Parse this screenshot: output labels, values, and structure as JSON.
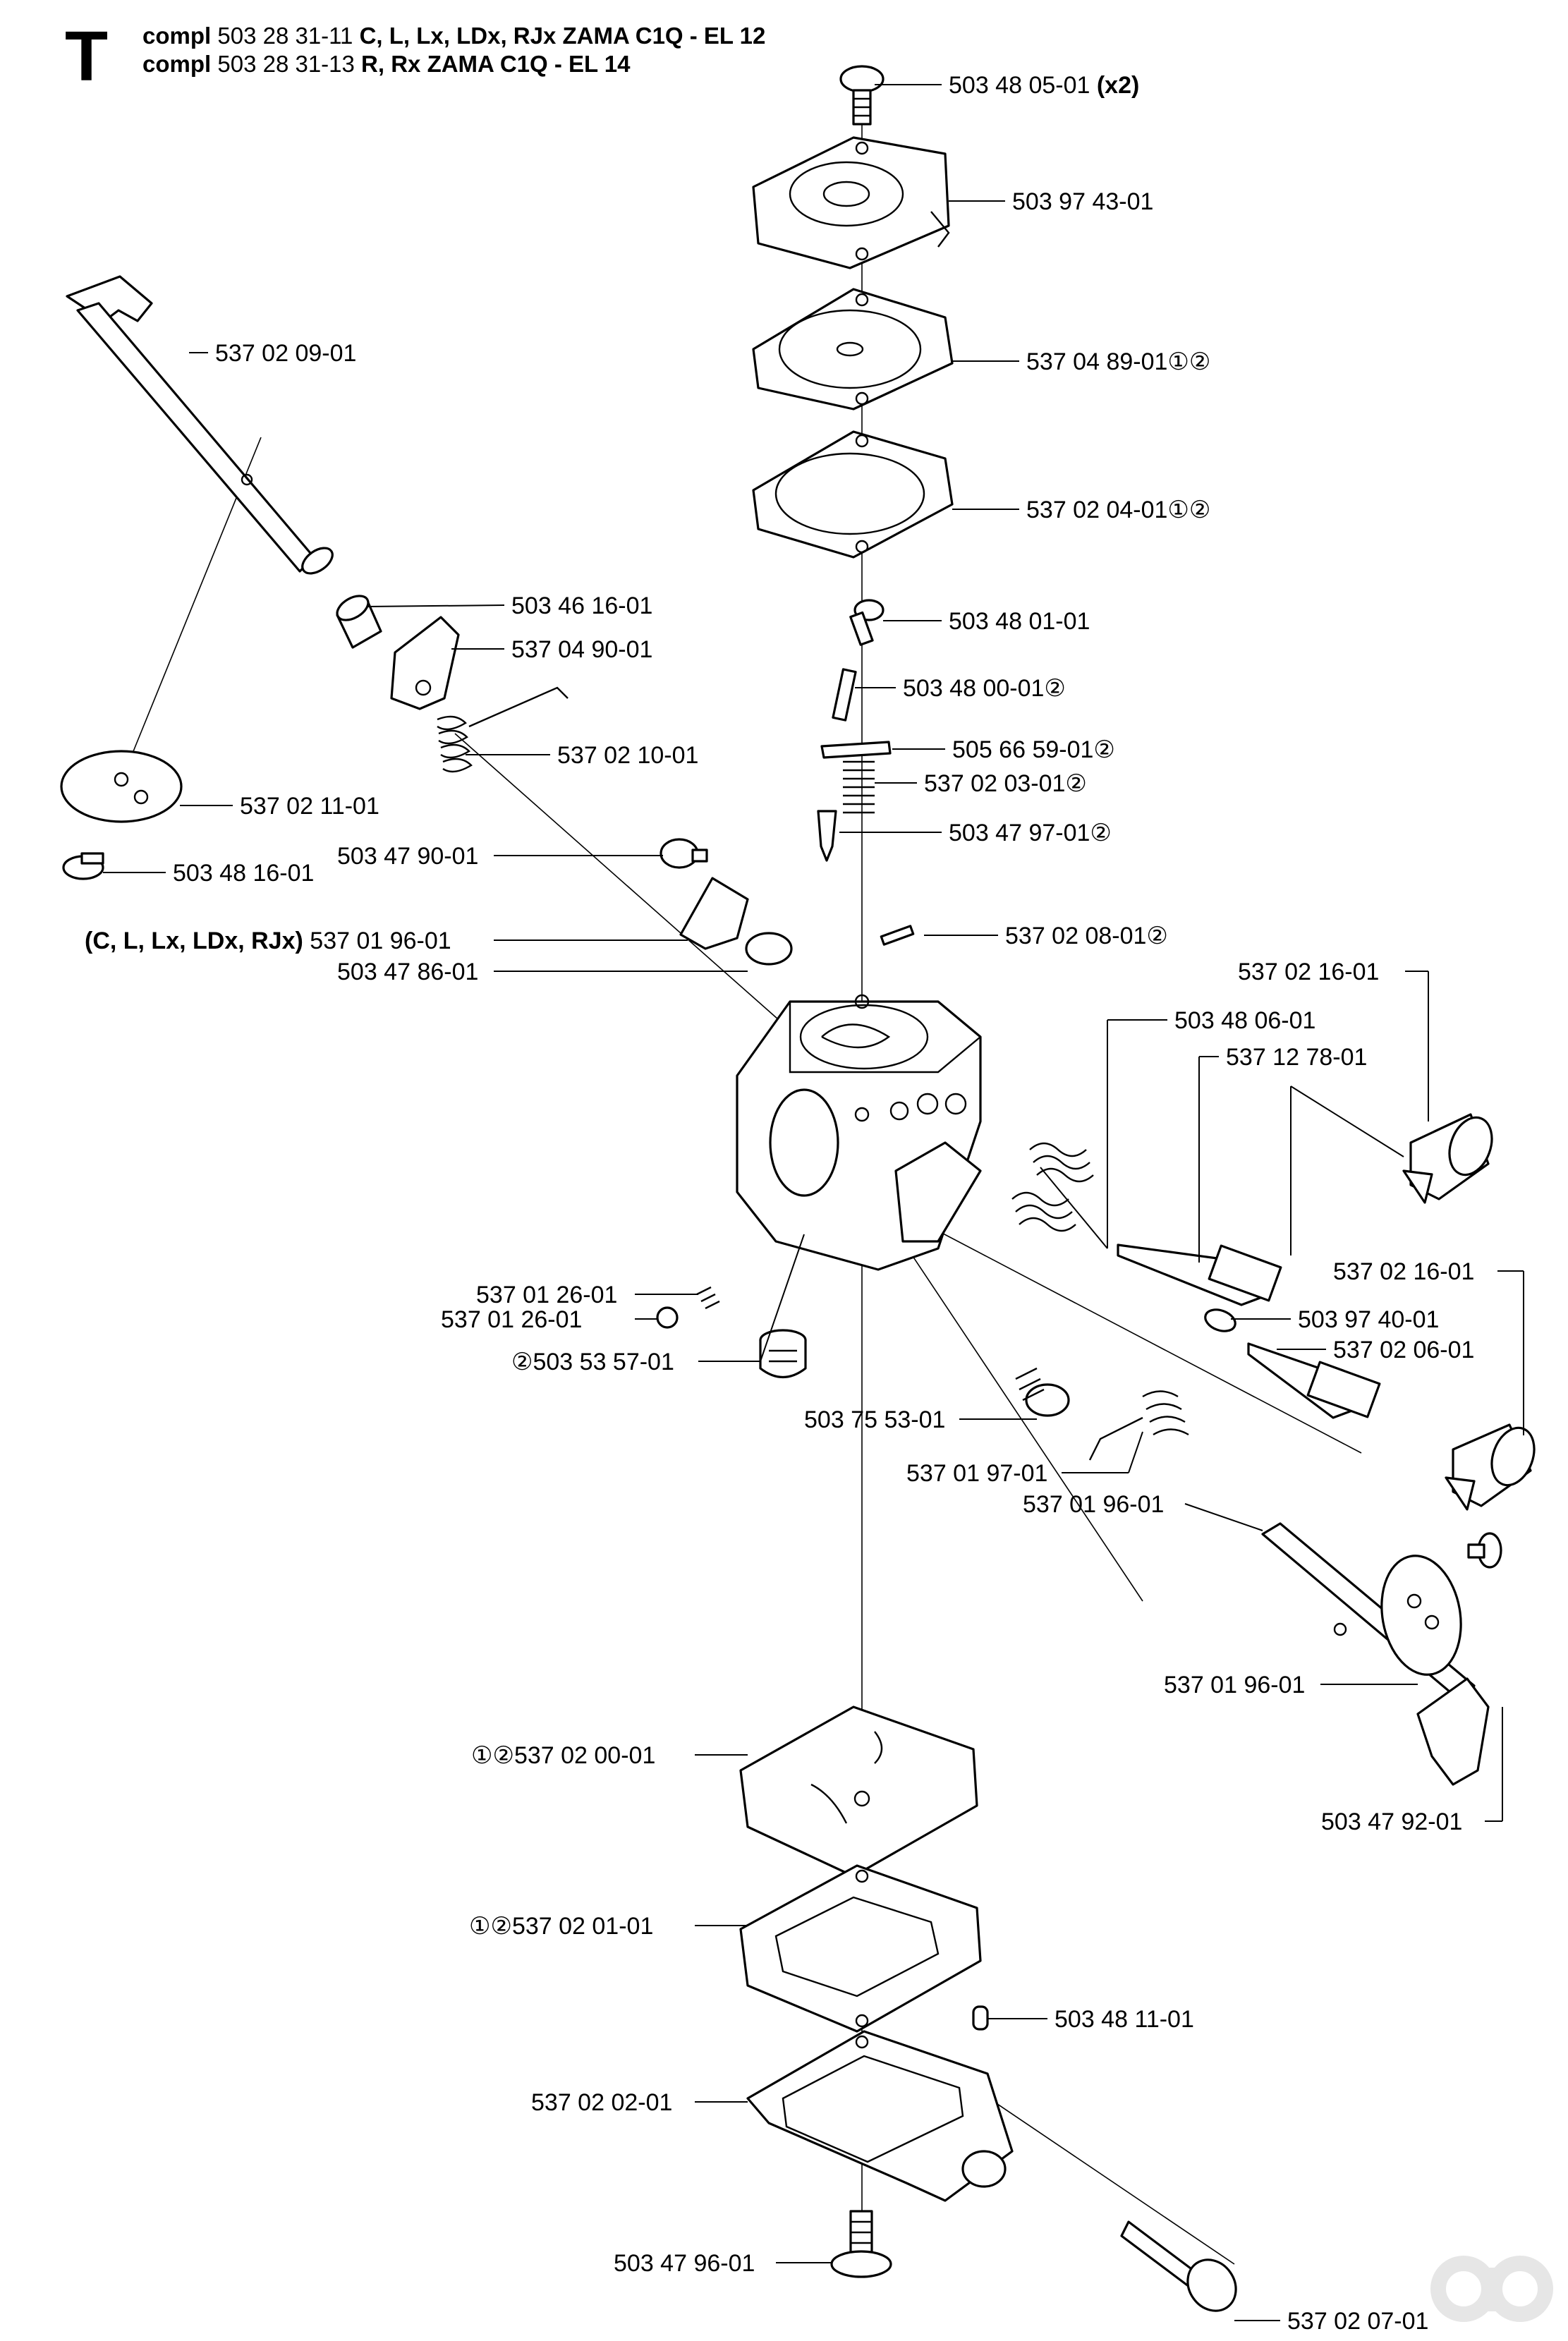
{
  "header": {
    "sheet_letter": "T",
    "line1_prefix": "compl",
    "line1_number": "503 28 31-11",
    "line1_suffix": "C, L, Lx, LDx, RJx ZAMA C1Q - EL 12",
    "line2_prefix": "compl",
    "line2_number": "503 28 31-13",
    "line2_suffix": "R, Rx ZAMA C1Q - EL 14"
  },
  "callouts": {
    "c01": "503 48 05-01",
    "c01_qty": "(x2)",
    "c02": "503 97 43-01",
    "c03": "537 04 89-01①②",
    "c04": "537 02 04-01①②",
    "c05": "537 02 09-01",
    "c06": "503 46 16-01",
    "c07": "537 04 90-01",
    "c08": "503 48 01-01",
    "c09": "503 48 00-01②",
    "c10": "537 02 10-01",
    "c11": "505 66 59-01②",
    "c12": "537 02 03-01②",
    "c13": "537 02 11-01",
    "c14": "503 47 97-01②",
    "c15": "503 47 90-01",
    "c16": "503 48 16-01",
    "c17_variant": "(C, L, Lx, LDx, RJx)",
    "c17": "537 01 96-01",
    "c18": "537 02 08-01②",
    "c19": "503 47 86-01",
    "c20": "537 02 16-01",
    "c21": "503 48 06-01",
    "c22": "537 12 78-01",
    "c23": "537 01 26-01",
    "c24": "537 02 16-01",
    "c25": "537 01 26-01",
    "c26": "503 97 40-01",
    "c27": "②503 53 57-01",
    "c28": "537 02 06-01",
    "c29": "503 75 53-01",
    "c30": "537 01 97-01",
    "c31": "537 01 96-01",
    "c32": "537 01 96-01",
    "c33": "503 47 92-01",
    "c34": "①②537 02 00-01",
    "c35": "①②537 02 01-01",
    "c36": "503 48 11-01",
    "c37": "537 02 02-01",
    "c38": "503 47 96-01",
    "c39": "537 02 07-01"
  },
  "watermark_logo": "ao-logo"
}
